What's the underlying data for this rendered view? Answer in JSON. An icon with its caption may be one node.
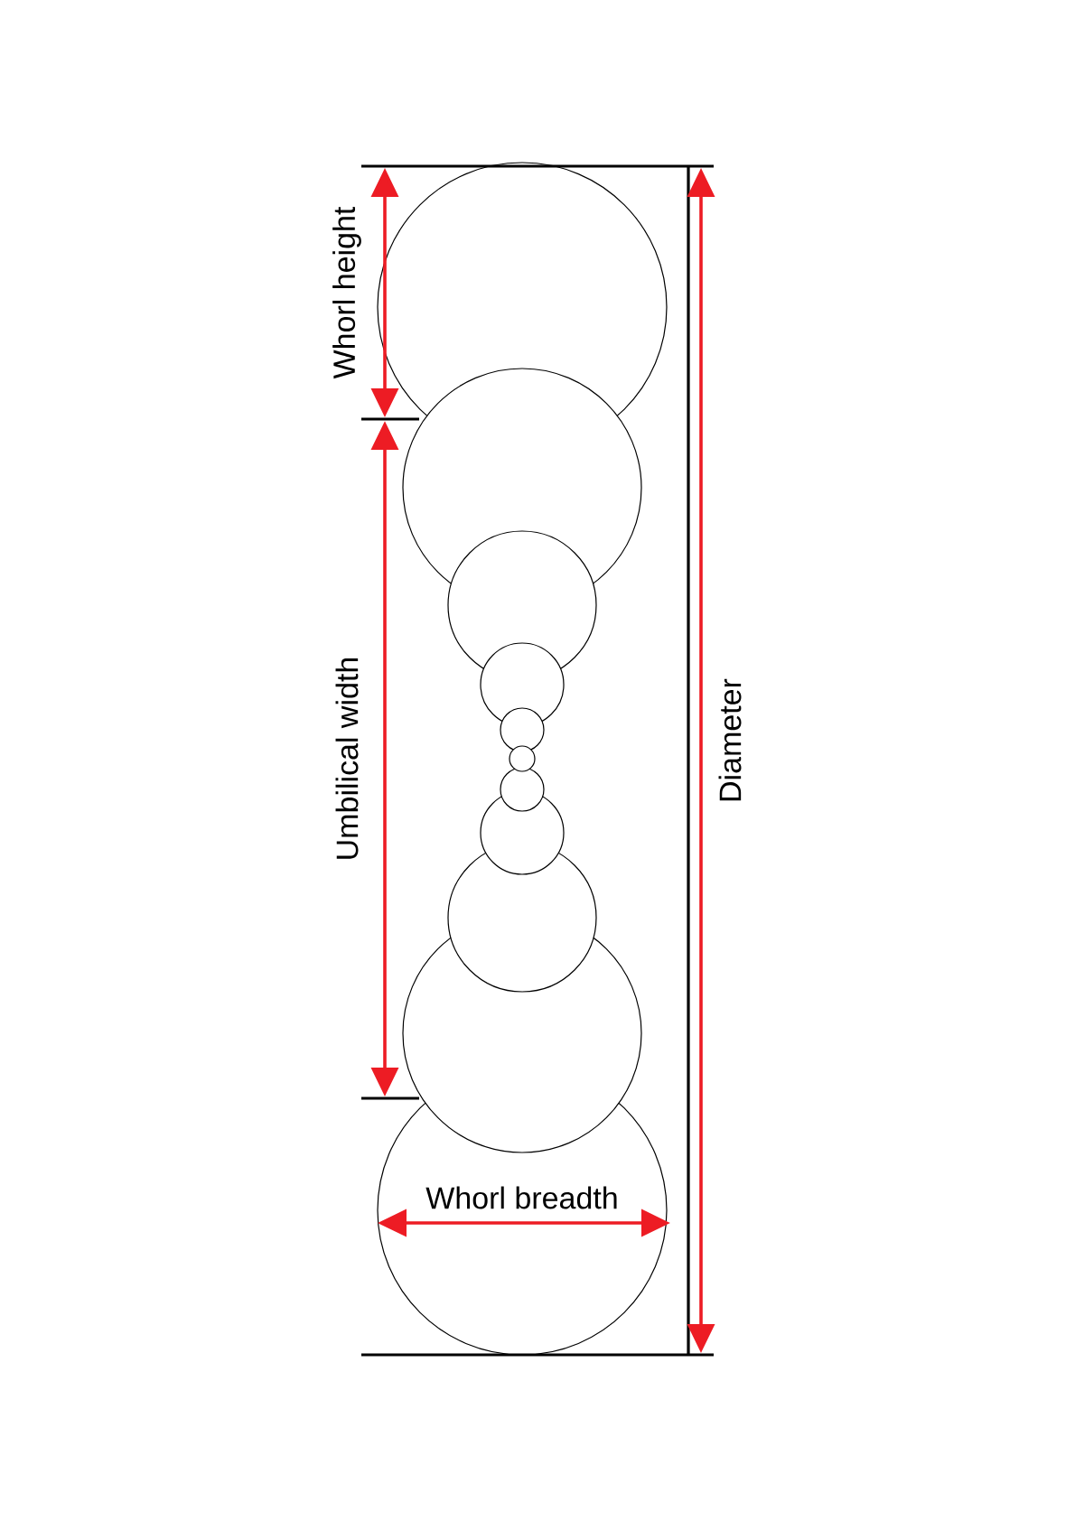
{
  "diagram": {
    "labels": [
      "Whorl height",
      "Umbilical width",
      "Diameter",
      "Whorl breadth"
    ]
  }
}
